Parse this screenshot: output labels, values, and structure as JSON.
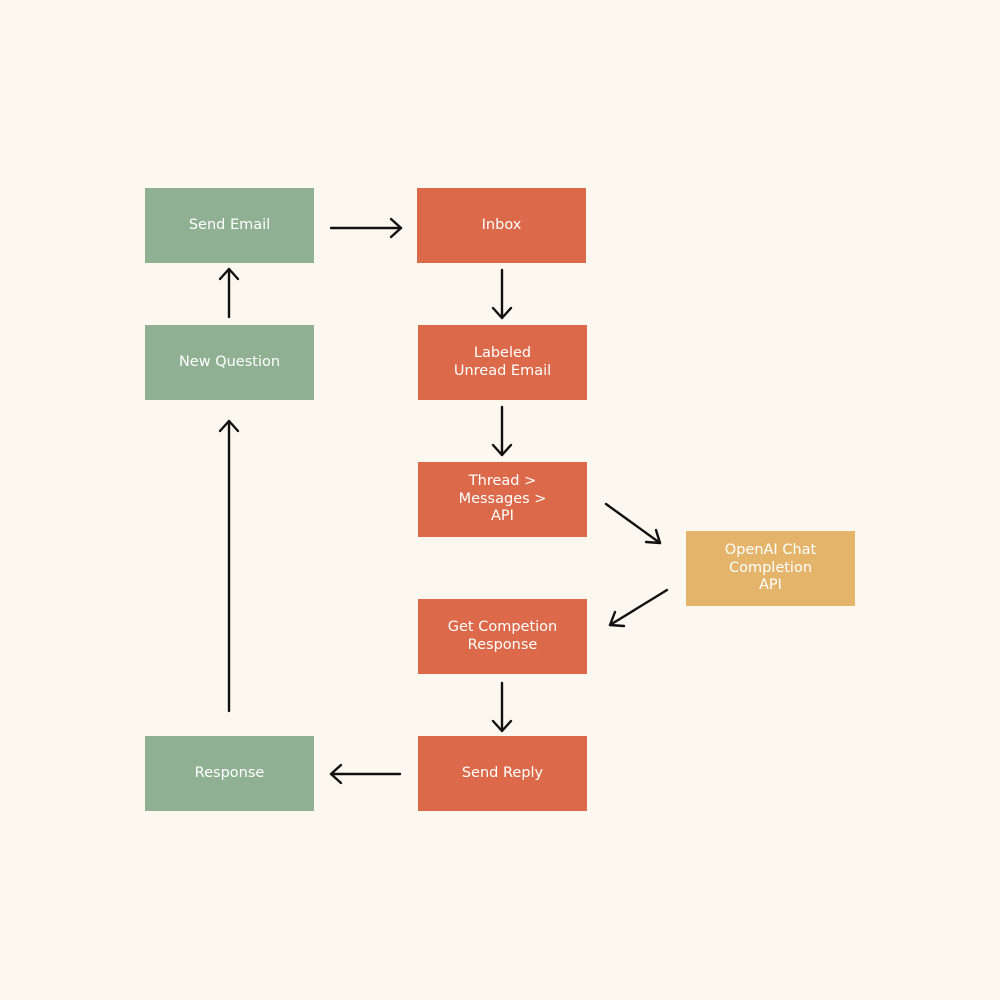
{
  "colors": {
    "background": "#fdf8ef",
    "green": "#8fb093",
    "orange": "#dc6a4a",
    "yellow": "#e5b46b",
    "arrow": "#111111",
    "text": "#ffffff"
  },
  "nodes": {
    "send_email": {
      "lines": [
        "Send Email"
      ]
    },
    "new_question": {
      "lines": [
        "New Question"
      ]
    },
    "response": {
      "lines": [
        "Response"
      ]
    },
    "inbox": {
      "lines": [
        "Inbox"
      ]
    },
    "labeled_unread_email": {
      "lines": [
        "Labeled",
        "Unread Email"
      ]
    },
    "thread_messages_api": {
      "lines": [
        "Thread >",
        "Messages >",
        "API"
      ]
    },
    "openai_chat_completion_api": {
      "lines": [
        "OpenAI Chat",
        "Completion",
        "API"
      ]
    },
    "get_completion_response": {
      "lines": [
        "Get Competion",
        "Response"
      ]
    },
    "send_reply": {
      "lines": [
        "Send Reply"
      ]
    }
  },
  "edges": [
    {
      "from": "send_email",
      "to": "inbox"
    },
    {
      "from": "inbox",
      "to": "labeled_unread_email"
    },
    {
      "from": "labeled_unread_email",
      "to": "thread_messages_api"
    },
    {
      "from": "thread_messages_api",
      "to": "openai_chat_completion_api"
    },
    {
      "from": "openai_chat_completion_api",
      "to": "get_completion_response"
    },
    {
      "from": "get_completion_response",
      "to": "send_reply"
    },
    {
      "from": "send_reply",
      "to": "response"
    },
    {
      "from": "response",
      "to": "new_question"
    },
    {
      "from": "new_question",
      "to": "send_email"
    }
  ]
}
